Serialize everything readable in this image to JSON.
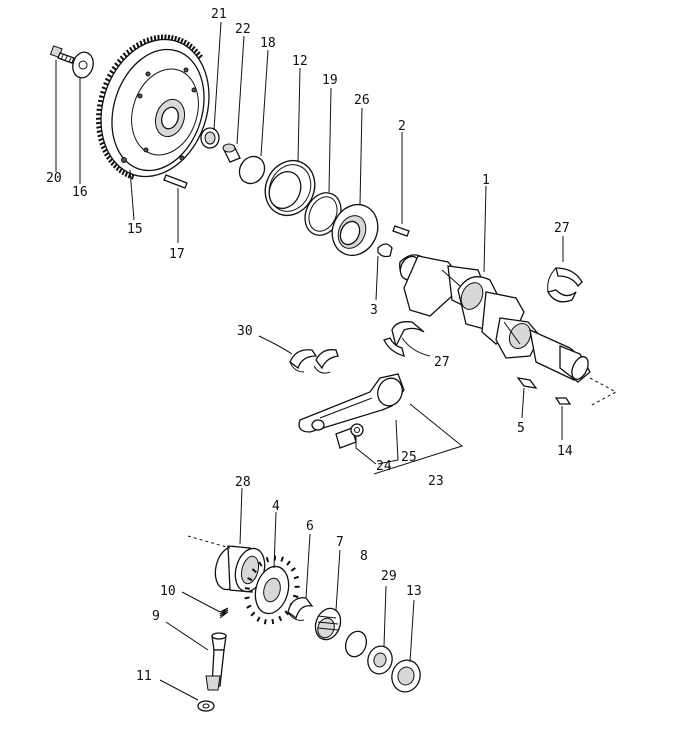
{
  "labels": {
    "p1": "1",
    "p2": "2",
    "p3": "3",
    "p4": "4",
    "p5": "5",
    "p6": "6",
    "p7": "7",
    "p8": "8",
    "p9": "9",
    "p10": "10",
    "p11": "11",
    "p12": "12",
    "p13": "13",
    "p14": "14",
    "p15": "15",
    "p16": "16",
    "p17": "17",
    "p18": "18",
    "p19": "19",
    "p20": "20",
    "p21": "21",
    "p22": "22",
    "p23": "23",
    "p24": "24",
    "p25": "25",
    "p26": "26",
    "p27a": "27",
    "p27b": "27",
    "p28": "28",
    "p29": "29",
    "p30": "30"
  }
}
